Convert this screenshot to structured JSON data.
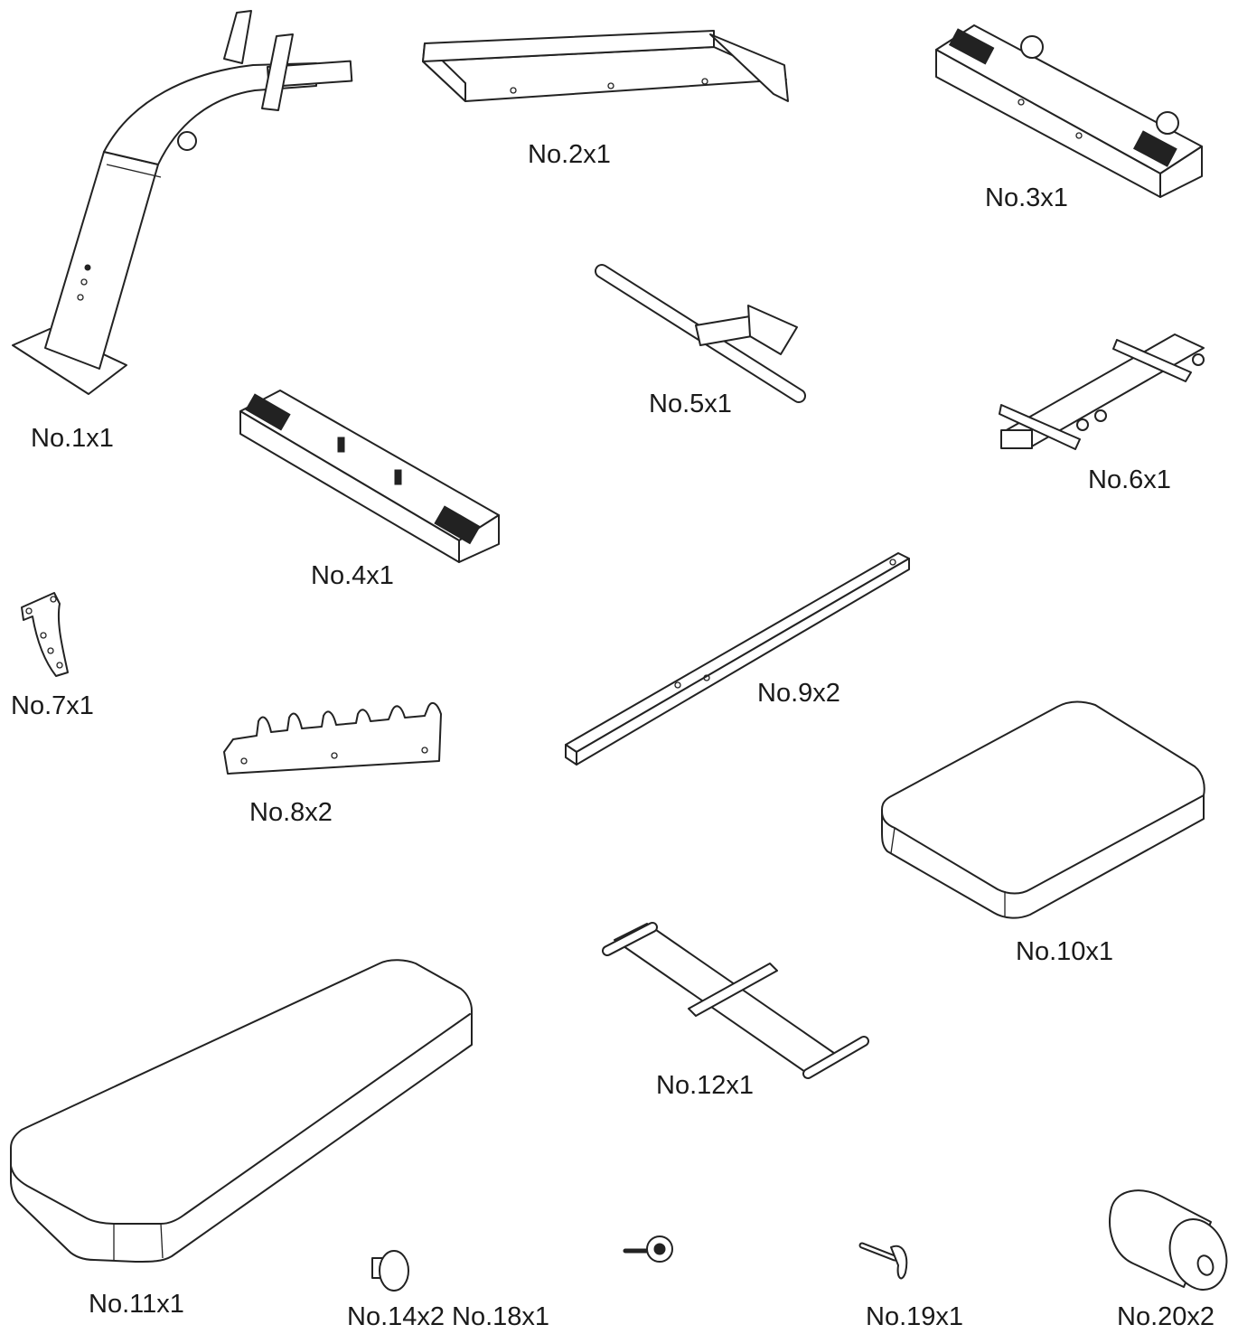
{
  "parts": [
    {
      "id": "part-1",
      "label": "No.1x1"
    },
    {
      "id": "part-2",
      "label": "No.2x1"
    },
    {
      "id": "part-3",
      "label": "No.3x1"
    },
    {
      "id": "part-4",
      "label": "No.4x1"
    },
    {
      "id": "part-5",
      "label": "No.5x1"
    },
    {
      "id": "part-6",
      "label": "No.6x1"
    },
    {
      "id": "part-7",
      "label": "No.7x1"
    },
    {
      "id": "part-8",
      "label": "No.8x2"
    },
    {
      "id": "part-9",
      "label": "No.9x2"
    },
    {
      "id": "part-10",
      "label": "No.10x1"
    },
    {
      "id": "part-11",
      "label": "No.11x1"
    },
    {
      "id": "part-12",
      "label": "No.12x1"
    },
    {
      "id": "part-14",
      "label": "No.14x2"
    },
    {
      "id": "part-18",
      "label": "No.18x1"
    },
    {
      "id": "part-19",
      "label": "No.19x1"
    },
    {
      "id": "part-20",
      "label": "No.20x2"
    }
  ]
}
